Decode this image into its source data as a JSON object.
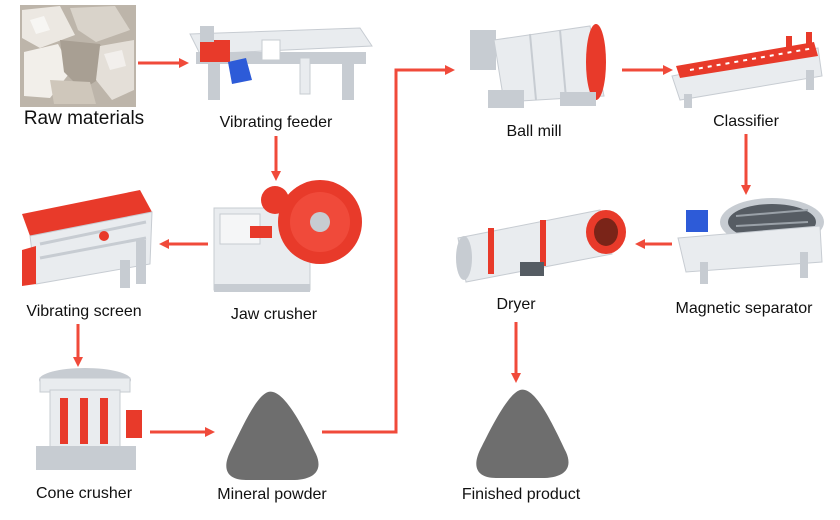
{
  "colors": {
    "arrow": "#f04a3a",
    "machine_red": "#e83a2a",
    "steel": "#e9ecef",
    "steel_dark": "#c7ccd2",
    "powder": "#6e6e6e",
    "rock": "#c9c2b8",
    "blue": "#2d5bd8"
  },
  "nodes": {
    "raw_materials": "Raw materials",
    "vibrating_feeder": "Vibrating feeder",
    "jaw_crusher": "Jaw crusher",
    "vibrating_screen": "Vibrating screen",
    "cone_crusher": "Cone crusher",
    "mineral_powder": "Mineral powder",
    "ball_mill": "Ball mill",
    "classifier": "Classifier",
    "magnetic_separator": "Magnetic separator",
    "dryer": "Dryer",
    "finished_product": "Finished product"
  },
  "flow": [
    [
      "raw_materials",
      "vibrating_feeder"
    ],
    [
      "vibrating_feeder",
      "jaw_crusher"
    ],
    [
      "jaw_crusher",
      "vibrating_screen"
    ],
    [
      "vibrating_screen",
      "cone_crusher"
    ],
    [
      "cone_crusher",
      "mineral_powder"
    ],
    [
      "mineral_powder",
      "ball_mill"
    ],
    [
      "ball_mill",
      "classifier"
    ],
    [
      "classifier",
      "magnetic_separator"
    ],
    [
      "magnetic_separator",
      "dryer"
    ],
    [
      "dryer",
      "finished_product"
    ]
  ],
  "icons": {
    "raw_materials": "rock-pile-photo",
    "vibrating_feeder": "vibrating-feeder-machine",
    "jaw_crusher": "jaw-crusher-machine",
    "vibrating_screen": "vibrating-screen-machine",
    "cone_crusher": "cone-crusher-machine",
    "mineral_powder": "powder-pile",
    "ball_mill": "ball-mill-machine",
    "classifier": "spiral-classifier-machine",
    "magnetic_separator": "magnetic-separator-machine",
    "dryer": "rotary-dryer-machine",
    "finished_product": "powder-pile"
  }
}
